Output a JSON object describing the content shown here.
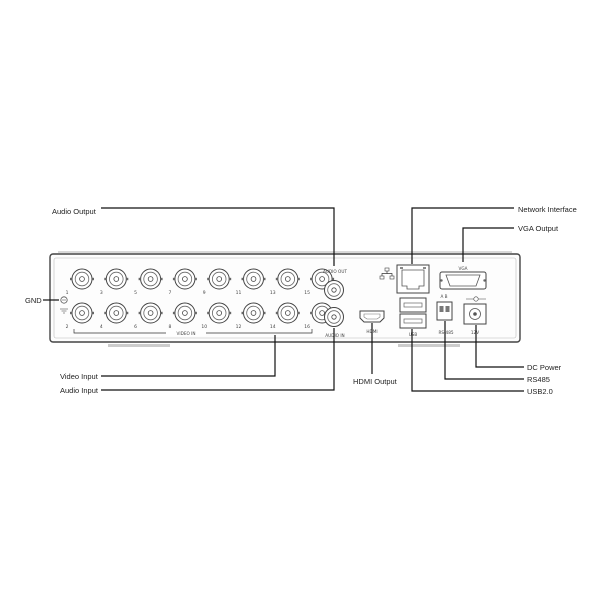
{
  "callouts": {
    "audio_output": "Audio Output",
    "network_interface": "Network Interface",
    "vga_output": "VGA Output",
    "gnd": "GND",
    "video_input": "Video Input",
    "audio_input": "Audio Input",
    "hdmi_output": "HDMI Output",
    "dc_power": "DC Power",
    "rs485": "RS485",
    "usb": "USB2.0"
  },
  "port_labels": {
    "audio_out": "AUDIO OUT",
    "audio_in": "AUDIO IN",
    "hdmi": "HDMI",
    "vga": "VGA",
    "video_in": "VIDEO IN",
    "usb": "USB",
    "rs485": "RS-485",
    "power": "12V"
  },
  "bnc_numbers": {
    "top": [
      "1",
      "3",
      "5",
      "7",
      "9",
      "11",
      "13",
      "15"
    ],
    "bottom": [
      "2",
      "4",
      "6",
      "8",
      "10",
      "12",
      "14",
      "16"
    ]
  }
}
